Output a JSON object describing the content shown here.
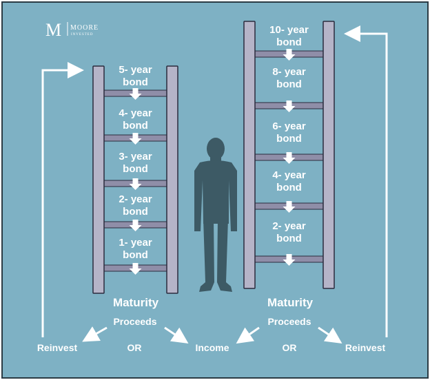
{
  "logo": {
    "letter": "M",
    "word1": "MOORE",
    "word2": "INVESTED"
  },
  "colors": {
    "background": "#7eb1c4",
    "frame_border": "#2b3a43",
    "rail": "#b5b4c8",
    "rail_edge": "#2a2a3c",
    "rung": "#8f8ea8",
    "text": "#ffffff",
    "person": "#3d5a65"
  },
  "left_ladder": {
    "rungs": [
      {
        "line1": "5- year",
        "line2": "bond"
      },
      {
        "line1": "4- year",
        "line2": "bond"
      },
      {
        "line1": "3- year",
        "line2": "bond"
      },
      {
        "line1": "2- year",
        "line2": "bond"
      },
      {
        "line1": "1- year",
        "line2": "bond"
      }
    ],
    "maturity": "Maturity",
    "proceeds": "Proceeds"
  },
  "right_ladder": {
    "rungs": [
      {
        "line1": "10- year",
        "line2": "bond"
      },
      {
        "line1": "8- year",
        "line2": "bond"
      },
      {
        "line1": "6- year",
        "line2": "bond"
      },
      {
        "line1": "4- year",
        "line2": "bond"
      },
      {
        "line1": "2- year",
        "line2": "bond"
      }
    ],
    "maturity": "Maturity",
    "proceeds": "Proceeds"
  },
  "outcomes": {
    "left_reinvest": "Reinvest",
    "left_or": "OR",
    "income": "Income",
    "right_or": "OR",
    "right_reinvest": "Reinvest"
  },
  "icons": [
    "down-arrow-icon",
    "person-silhouette-icon",
    "loop-arrow-icon",
    "diagonal-arrow-icon"
  ]
}
